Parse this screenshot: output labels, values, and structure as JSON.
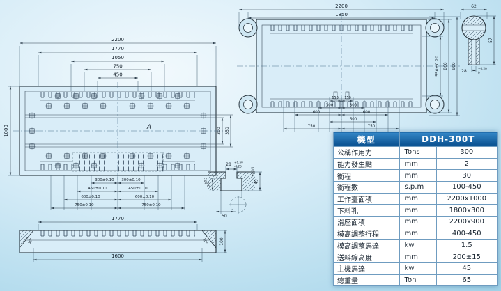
{
  "colors": {
    "table_header_blue": "#0e5695",
    "background_blue": "#bfe2f2"
  },
  "bed_view": {
    "dim_2200": "2200",
    "dim_1770": "1770",
    "dim_1050": "1050",
    "dim_750": "750",
    "dim_450": "450",
    "dim_1000": "1000",
    "dim_300": "300",
    "dim_350": "350",
    "section_label": "A",
    "chain_300": "300±0.10",
    "chain_450": "450±0.10",
    "chain_600": "600±0.10",
    "chain_750": "750±0.10"
  },
  "section_view": {
    "dim_1770": "1770",
    "dim_1600": "1600",
    "dim_100": "100",
    "angle": "30°"
  },
  "tslot_detail": {
    "slot_width": "28",
    "slot_width_tol_plus": "+0.50",
    "slot_width_tol_minus": "-0.25",
    "base_width": "50",
    "mouth_depth": "22",
    "mouth_depth_tol": "±0.2",
    "total_depth": "49",
    "total_depth_tol": "+0.2/0"
  },
  "slide_view": {
    "dim_2200": "2200",
    "dim_1850": "1850",
    "dim_550": "550±0.20",
    "dim_860": "860",
    "dim_900": "900",
    "dim_150": "150",
    "dim_300": "300",
    "dim_600": "600",
    "dim_750": "750"
  },
  "column_detail": {
    "dim_62": "62",
    "dim_57": "57",
    "bore": "28",
    "bore_tol_plus": "+0.20",
    "bore_tol_minus": "0"
  },
  "spec_table": {
    "header_label": "機型",
    "header_value": "DDH-300T",
    "rows": [
      {
        "name": "公稱作用力",
        "unit": "Tons",
        "value": "300"
      },
      {
        "name": "能力發生點",
        "unit": "mm",
        "value": "2"
      },
      {
        "name": "衝程",
        "unit": "mm",
        "value": "30"
      },
      {
        "name": "衝程數",
        "unit": "s.p.m",
        "value": "100-450"
      },
      {
        "name": "工作臺面積",
        "unit": "mm",
        "value": "2200x1000"
      },
      {
        "name": "下料孔",
        "unit": "mm",
        "value": "1800x300"
      },
      {
        "name": "滑座面積",
        "unit": "mm",
        "value": "2200x900"
      },
      {
        "name": "模高調整行程",
        "unit": "mm",
        "value": "400-450"
      },
      {
        "name": "模高調整馬達",
        "unit": "kw",
        "value": "1.5"
      },
      {
        "name": "送料線高度",
        "unit": "mm",
        "value": "200±15"
      },
      {
        "name": "主機馬達",
        "unit": "kw",
        "value": "45"
      },
      {
        "name": "總重量",
        "unit": "Ton",
        "value": "65"
      }
    ]
  }
}
